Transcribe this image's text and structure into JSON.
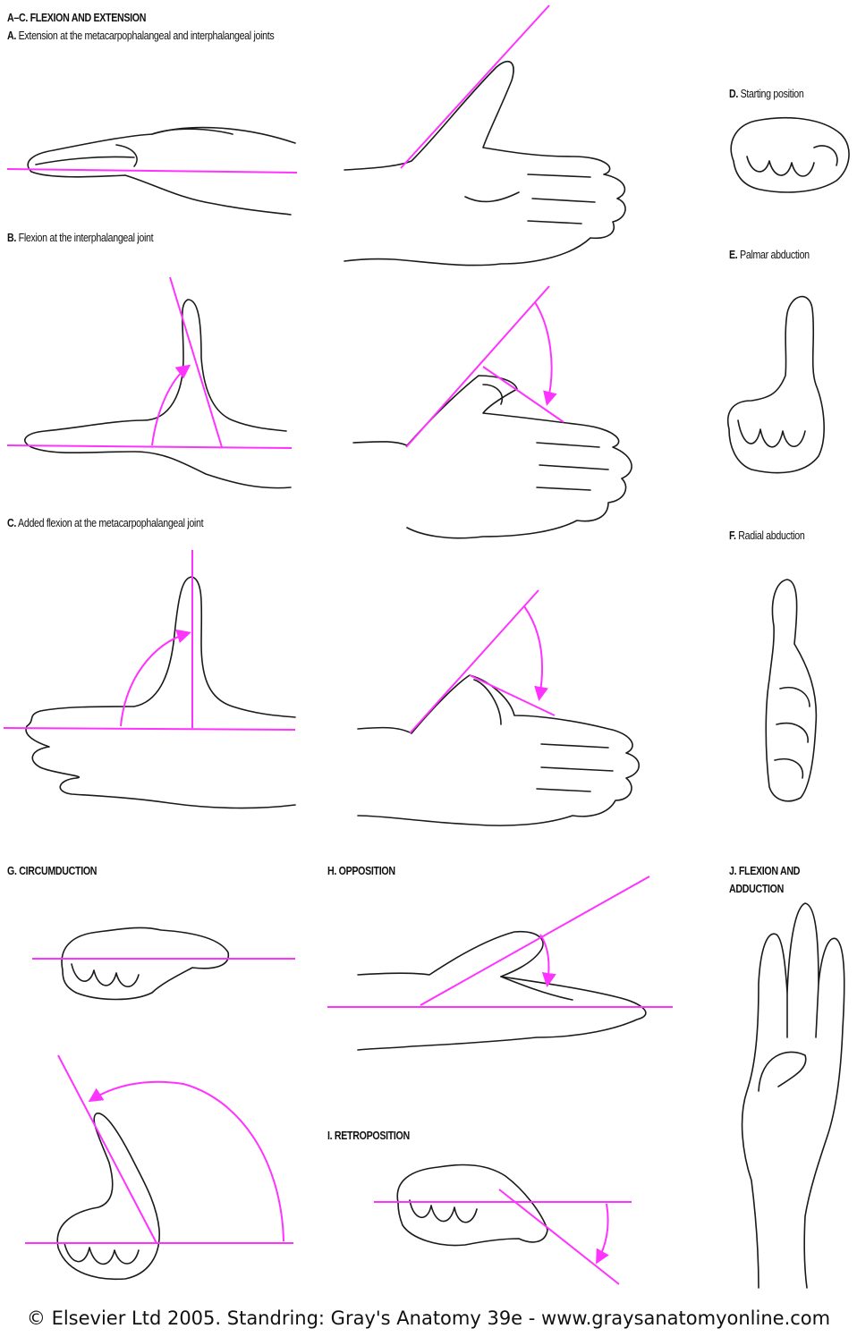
{
  "colors": {
    "axis": "#ff33ff",
    "ink": "#1a1a1a",
    "background": "#ffffff"
  },
  "labels": {
    "main_heading": "A–C. FLEXION AND EXTENSION",
    "a_letter": "A.",
    "a_text": "Extension at the metacarpophalangeal and interphalangeal joints",
    "b_letter": "B.",
    "b_text": "Flexion at the interphalangeal joint",
    "c_letter": "C.",
    "c_text": "Added flexion at the metacarpophalangeal joint",
    "d_letter": "D.",
    "d_text": "Starting position",
    "e_letter": "E.",
    "e_text": "Palmar abduction",
    "f_letter": "F.",
    "f_text": "Radial abduction",
    "g_heading": "G. CIRCUMDUCTION",
    "h_heading": "H. OPPOSITION",
    "i_heading": "I. RETROPOSITION",
    "j_heading_line1": "J. FLEXION AND",
    "j_heading_line2": "ADDUCTION"
  },
  "footer": "© Elsevier Ltd 2005. Standring: Gray's Anatomy 39e - www.graysanatomyonline.com"
}
